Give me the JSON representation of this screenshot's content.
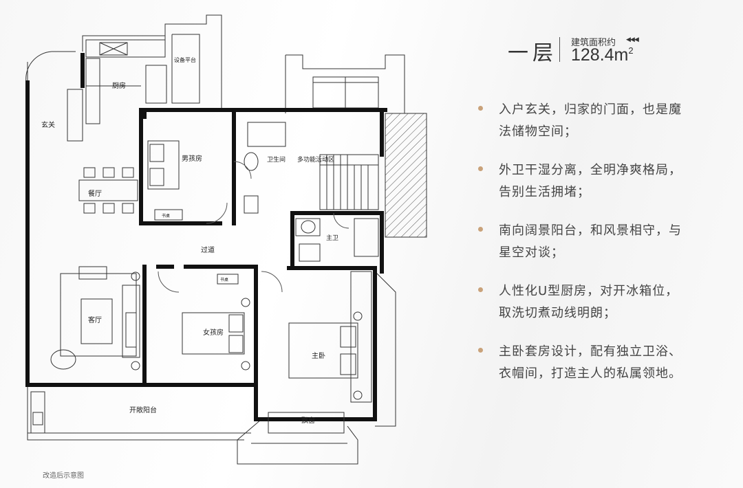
{
  "floor": {
    "title": "一层",
    "area_label": "建筑面积约",
    "area_arrows": "◀◀◀",
    "area_value": "128.4m",
    "area_unit_sup": "2"
  },
  "rooms": {
    "kitchen": "厨房",
    "equipment_platform": "设备平台",
    "entrance": "玄关",
    "boys_room": "男孩房",
    "bathroom": "卫生间",
    "multi_function": "多功能活动区",
    "dining": "餐厅",
    "master_bath": "主卫",
    "corridor": "过道",
    "living": "客厅",
    "girls_room": "女孩房",
    "master_bedroom": "主卧",
    "open_balcony": "开敞阳台",
    "bay_window": "飘窗",
    "desk_1": "书桌",
    "desk_2": "书桌"
  },
  "features": [
    {
      "line1": "入户玄关，归家的门面，也是魔",
      "line2": "法储物空间；"
    },
    {
      "line1": "外卫干湿分离，全明净爽格局，",
      "line2": "告别生活拥堵；"
    },
    {
      "line1": "南向阔景阳台，和风景相守，与",
      "line2": "星空对谈；"
    },
    {
      "line1": "人性化U型厨房，对开冰箱位，",
      "line2": "取洗切煮动线明朗；"
    },
    {
      "line1": "主卧套房设计，配有独立卫浴、",
      "line2": "衣帽间，打造主人的私属领地。"
    }
  ],
  "footnote": "改造后示意图",
  "colors": {
    "accent_dot": "#c9a27a",
    "wall": "#111111"
  }
}
